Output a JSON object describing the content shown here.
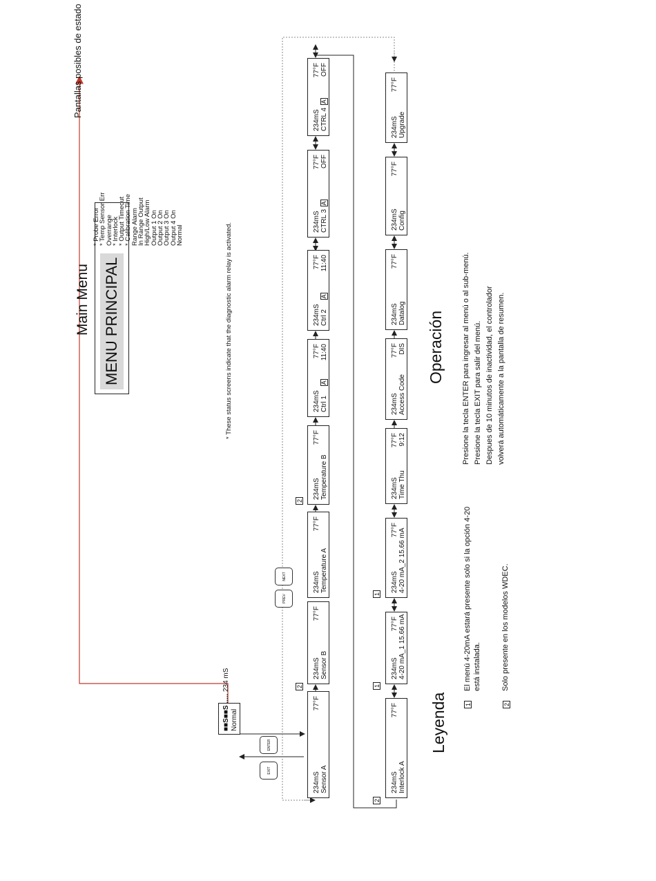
{
  "title": "Main Menu",
  "subtitle": "MENU PRINCIPAL",
  "status": {
    "heading": "Pantallas posibles de estado",
    "items": [
      "* Probe Error",
      "* Temp Sensor Err",
      "Overrange",
      "* Interlock",
      "* Output Timeout",
      "* Calibration Time",
      "Range Alarm",
      "In Range Output",
      "High/Low Alarm",
      "Output 1 On",
      "Output 2 On",
      "Output 3 On",
      "Output 4 On",
      "Normal"
    ],
    "note": "* These status screens indicate that the diagnostic alarm relay is activated."
  },
  "summary_screen": {
    "line1_value": "234 mS",
    "line2": "Normal",
    "glyphs": "■■S■■S ....."
  },
  "keys": {
    "exit": "EXIT",
    "enter": "ENTER",
    "prev": "PREV",
    "next": "NEXT"
  },
  "row1": [
    {
      "l1": "234mS",
      "r1": "77°F",
      "l2": "Sensor A",
      "r2": ""
    },
    {
      "l1": "234mS",
      "r1": "77°F",
      "l2": "Sensor B",
      "r2": ""
    },
    {
      "l1": "234mS",
      "r1": "77°F",
      "l2": "Temperature A",
      "r2": ""
    },
    {
      "l1": "234mS",
      "r1": "77°F",
      "l2": "Temperature B",
      "r2": ""
    },
    {
      "l1": "234mS",
      "r1": "77°F",
      "l2": "Ctrl 1",
      "r2": "11:40",
      "mode": "A"
    },
    {
      "l1": "234mS",
      "r1": "77°F",
      "l2": "Ctrl 2",
      "r2": "11:40",
      "mode": "A"
    },
    {
      "l1": "234mS",
      "r1": "77°F",
      "l2": "CTRL 3",
      "r2": "OFF",
      "mode": "A"
    },
    {
      "l1": "234mS",
      "r1": "77°F",
      "l2": "CTRL 4",
      "r2": "OFF",
      "mode": "A"
    }
  ],
  "row2": [
    {
      "l1": "234mS",
      "r1": "77°F",
      "l2": "Interlock A",
      "r2": ""
    },
    {
      "l1": "234mS",
      "r1": "77°F",
      "l2": "4-20 mA_1 15.66 mA",
      "r2": ""
    },
    {
      "l1": "234mS",
      "r1": "77°F",
      "l2": "4-20 mA_2  15.66 mA",
      "r2": ""
    },
    {
      "l1": "234mS",
      "r1": "77°F",
      "l2": "Time  Thu",
      "r2": "9:12"
    },
    {
      "l1": "234mS",
      "r1": "77°F",
      "l2": "Access Code",
      "r2": "DIS"
    },
    {
      "l1": "234mS",
      "r1": "77°F",
      "l2": "Datalog",
      "r2": ""
    },
    {
      "l1": "234mS",
      "r1": "77°F",
      "l2": "Config",
      "r2": ""
    },
    {
      "l1": "234mS",
      "r1": "77°F",
      "l2": "Upgrade",
      "r2": ""
    }
  ],
  "badges": {
    "b1": "1",
    "b2": "2"
  },
  "legend": {
    "heading": "Leyenda",
    "item1": "El menú 4-20mA estará presente solo si la opción 4-20 está instalada.",
    "item2": "Solo presente en los modelos WDEC."
  },
  "operation": {
    "heading": "Operación",
    "lines": [
      "Presione la tecla ENTER para ingresar al menú o al sub-menú.",
      "Presione la tecla EXIT para salir del menú.",
      "Despues de 10 minutos de inactividad, el controlador",
      "volverá automáticamente a la pantalla de resumen."
    ]
  },
  "colors": {
    "accent_arrow": "#c0392b",
    "title_bg": "#d9d9d9"
  }
}
